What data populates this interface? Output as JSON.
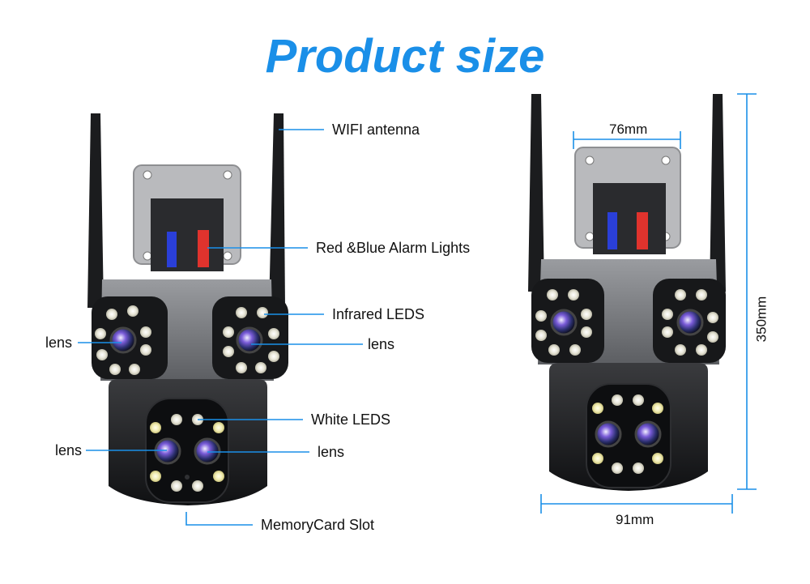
{
  "title": "Product size",
  "callouts": {
    "wifi_antenna": "WIFI antenna",
    "alarm_lights": "Red &Blue Alarm Lights",
    "infrared_leds": "Infrared LEDS",
    "lens_left_upper": "lens",
    "lens_right_upper": "lens",
    "white_leds": "White LEDS",
    "lens_left_lower": "lens",
    "lens_right_lower": "lens",
    "memory_card_slot": "MemoryCard Slot"
  },
  "dimensions": {
    "top_width": "76mm",
    "height": "350mm",
    "bottom_width": "91mm"
  },
  "colors": {
    "title": "#1a8fe8",
    "callout_line": "#1a8fe8",
    "alarm_red": "#e0332d",
    "alarm_blue": "#2a3fd8"
  }
}
